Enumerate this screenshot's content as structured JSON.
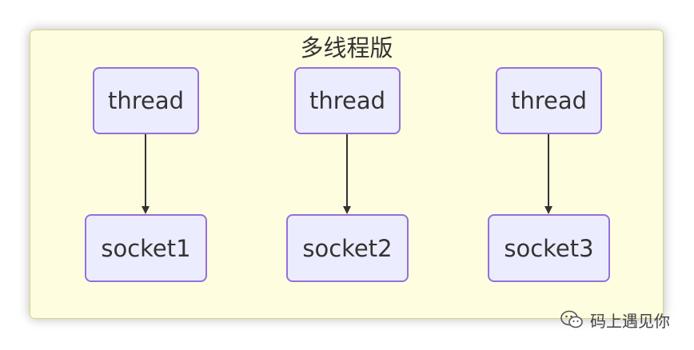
{
  "cluster": {
    "title": "多线程版"
  },
  "nodes": [
    {
      "id": "thread1",
      "label": "thread"
    },
    {
      "id": "thread2",
      "label": "thread"
    },
    {
      "id": "thread3",
      "label": "thread"
    },
    {
      "id": "socket1",
      "label": "socket1"
    },
    {
      "id": "socket2",
      "label": "socket2"
    },
    {
      "id": "socket3",
      "label": "socket3"
    }
  ],
  "edges": [
    {
      "from": "thread1",
      "to": "socket1"
    },
    {
      "from": "thread2",
      "to": "socket2"
    },
    {
      "from": "thread3",
      "to": "socket3"
    }
  ],
  "colors": {
    "cluster_fill": "#fffde0",
    "node_fill": "#ececff",
    "node_border": "#9370db",
    "edge": "#333333"
  },
  "watermark": {
    "icon": "wechat-icon",
    "text": "码上遇见你"
  }
}
